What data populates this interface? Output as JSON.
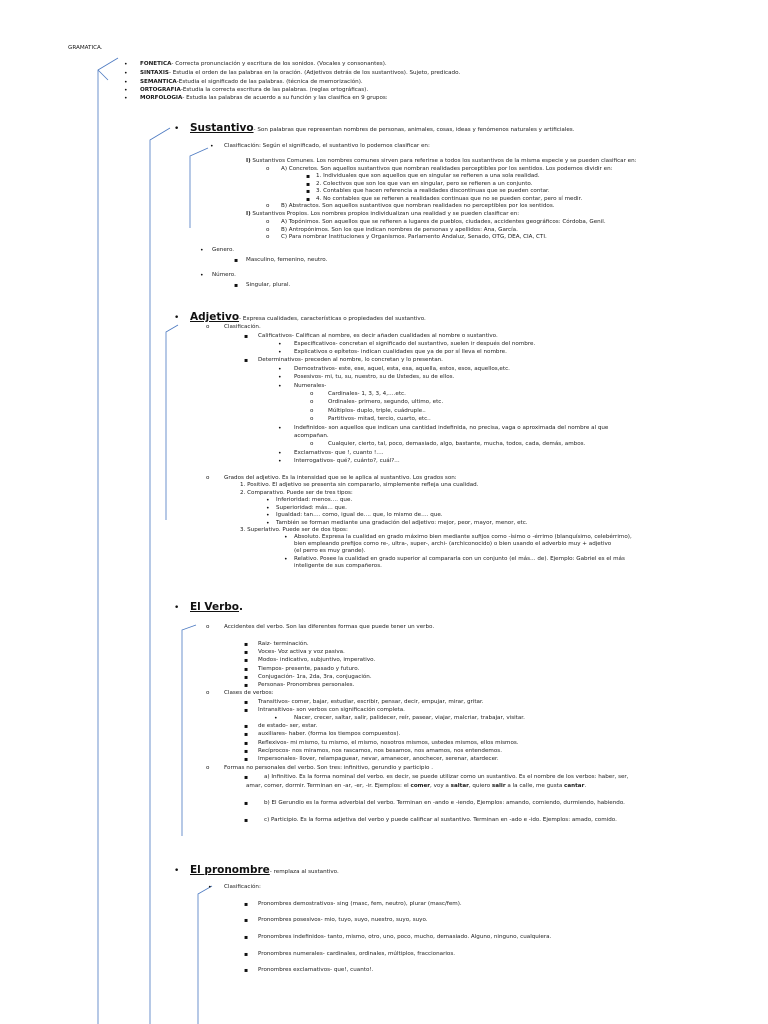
{
  "title": "GRAMATICA.",
  "intro": [
    {
      "term": "FONETICA",
      "text": "- Correcta pronunciación y escritura de los sonidos. (Vocales y consonantes)."
    },
    {
      "term": "SINTAXIS",
      "text": "-  Estudia el orden de las palabras en la oración. (Adjetivos detrás de los sustantivos). Sujeto, predicado."
    },
    {
      "term": "SEMANTICA",
      "text": "-Estudia el significado de las palabras. (técnica de memorización)."
    },
    {
      "term": "ORTOGRAFIA",
      "text": "-Estudia la correcta escritura de las palabras. (reglas ortográficas)."
    },
    {
      "term": "MORFOLOGIA",
      "text": "-           Estudia las palabras de acuerdo a su función y las clasifica en 9 grupos:"
    }
  ],
  "sustantivo": {
    "title": "Sustantivo",
    "desc": "- Son palabras que representan nombres de personas, animales, cosas, ideas y fenómenos naturales y artificiales.",
    "clasif": "Clasificación: Según el significado, el sustantivo lo podemos clasificar en:",
    "comunes_num": "I)",
    "comunes": " Sustantivos Comunes. Los nombres comunes sirven para referirse a todos los sustantivos de la misma especie y se pueden clasificar en:",
    "concretos": "A) Concretos. Son aquellos sustantivos que nombran realidades perceptibles por los sentidos. Los podemos dividir en:",
    "concretos_items": [
      "1. Individuales que son aquellos que en singular se refieren a una sola realidad.",
      "2. Colectivos que son los que van en singular, pero se refieren a un conjunto.",
      "3. Contables que hacen referencia a realidades discontinuas que se pueden contar.",
      "4. No contables que se refieren a realidades continuas que no se pueden contar, pero sí medir."
    ],
    "abstractos": "B) Abstractos. Son aquellos sustantivos que nombran realidades no perceptibles por los sentidos.",
    "propios_num": "I)",
    "propios": " Sustantivos Propios. Los nombres propios individualizan una realidad y se pueden clasificar en:",
    "propios_items": [
      "A) Topónimos. Son aquellos que se refieren a lugares de pueblos, ciudades, accidentes geográficos: Córdoba, Genil.",
      "B) Antropónimos. Son los que indican nombres de personas y apellidos: Ana, García.",
      "C) Para nombrar Instituciones y Organismos. Parlamento Andaluz, Senado, OTG, DEA, CIA, CTI."
    ],
    "genero": "Genero.",
    "genero_val": "Masculino, femenino, neutro.",
    "numero": "Número.",
    "numero_val": "Singular, plural."
  },
  "adjetivo": {
    "title": "Adjetivo",
    "desc": "- Expresa cualidades, características o propiedades del sustantivo.",
    "clasif": "Clasificación.",
    "calificativos": "Calificativos- Califican al nombre, es decir añaden cualidades al nombre o sustantivo.",
    "especificativos": "Especificativos- concretan el significado del sustantivo, suelen ir después del nombre.",
    "explicativos": "Explicativos o epítetos- indican cualidades que ya de por sí lleva el nombre.",
    "determinativos": "Determinativos-  preceden al nombre, lo concretan y lo presentan.",
    "demostrativos": "Demostrativos-  este, ese, aquel, esta, esa, aquella, estos, esos, aquellos,etc.",
    "posesivos": "Posesivos- mi, tu, su, nuestro, su de Ustedes, su de ellos.",
    "numerales": "Numerales-",
    "cardinales": "Cardinales- 1, 3, 3, 4,….etc.",
    "ordinales": "Ordinales- primero, segundo, ultimo, etc.",
    "multiplos": "Múltiplos- duplo, triple, cuádruple..",
    "partitivos": "Partitivos- mitad, tercio, cuarto, etc..",
    "indefinidos1": "Indefinidos- son aquellos que indican una cantidad indefinida, no precisa, vaga o aproximada del nombre al que",
    "indefinidos2": "acompañan.",
    "indefinidos_ej": "Cualquier, cierto, tal, poco, demasiado, algo, bastante, mucha, todos, cada, demás, ambos.",
    "exclamativos": "Exclamativos-  que !, cuanto !….",
    "interrogativos": "Interrogativos- qué?,  cuánto?,  cuál?…",
    "grados": "Grados del adjetivo.  Es la intensidad que se le aplica al sustantivo. Los grados son:",
    "positivo": "1. Positivo. El adjetivo se presenta sin compararlo, simplemente refleja una cualidad.",
    "comparativo": "2. Comparativo. Puede ser de tres tipos:",
    "inferioridad": "Inferioridad: menos…. que.",
    "superioridad": "Superioridad: más… que.",
    "igualdad": "Igualdad: tan…. como, igual de…. que, lo mismo de…. que.",
    "tambien": "También se forman mediante una gradación del adjetivo: mejor, peor, mayor, menor, etc.",
    "superlativo": "3. Superlativo. Puede ser de dos tipos:",
    "absoluto1": "Absoluto. Expresa la cualidad en grado máximo bien mediante sufijos como -ísimo o -érrimo (blanquísimo, celebérrimo),",
    "absoluto2": "bien empleando prefijos como re-, ultra-, super-, archi- (archiconocido) o bien usando el adverbio muy + adjetivo",
    "absoluto3": "(el perro es muy grande).",
    "relativo1": "Relativo. Posee la cualidad en grado superior al compararla con un conjunto (el más… de). Ejemplo: Gabriel es el más",
    "relativo2": "inteligente de sus compañeros."
  },
  "verbo": {
    "title": "El Verbo",
    "accidentes": "Accidentes del verbo.  Son las diferentes formas que puede tener un verbo.",
    "accidentes_items": [
      "Raiz- terminación.",
      "Voces-  Voz activa y voz pasiva.",
      "Modos- indicativo, subjuntivo, imperativo.",
      "Tiempos- presente, pasado y futuro.",
      "Conjugación- 1ra, 2da, 3ra, conjugación.",
      "Personas- Pronombres personales."
    ],
    "clases": "Clases de verbos:",
    "transitivos": "Transitivos- comer, bajar, estudiar, escribir, pensar, decir, empujar, mirar, gritar.",
    "intransitivos": "Intransitivos- son verbos con significación completa.",
    "intransitivos_ej": "Nacer, crecer, saltar, salir, palidecer, reír, pasear, viajar, malcriar, trabajar, visitar.",
    "de_estado": "de estado- ser, estar.",
    "auxiliares": "auxiliares- haber.  (forma los tiempos compuestos).",
    "reflexivos": "Reflexivos- mi mismo, tu mismo, el mismo, nosotros mismos, ustedes mismos, ellos mismos.",
    "reciprocos": "Recíprocos- nos miramos, nos rascamos, nos besamos, nos amamos, nos entendemos.",
    "impersonales": "Impersonales- llover, relampaguear, nevar, amanecer, anochecer,  serenar, atardecer.",
    "formas": "Formas no personales del verbo.  Son tres: infinitivo, gerundio y participio .",
    "infinitivo1": "a) Infinitivo. Es la forma nominal del verbo. es decir, se puede utilizar como un sustantivo. Es el nombre de los verbos: haber, ser,",
    "infinitivo2a": "amar, comer, dormir. Terminan en -ar, -er, -ir. Ejemplos: el ",
    "infinitivo2b": "comer",
    "infinitivo2c": ", voy a ",
    "infinitivo2d": "saltar",
    "infinitivo2e": ", quiero ",
    "infinitivo2f": "salir",
    "infinitivo2g": " a la calle, me gusta ",
    "infinitivo2h": "cantar",
    "infinitivo2i": ".",
    "gerundio": "b) El Gerundio es la forma adverbial del verbo. Terminan en -ando e -iendo, Ejemplos: amando, comiendo, durmiendo, habiendo.",
    "participio": "c) Participio. Es la forma adjetiva del verbo y puede calificar al sustantivo. Terminan en -ado e -ido. Ejemplos: amado, comido."
  },
  "pronombre": {
    "title": "El pronombre",
    "desc": "- remplaza al sustantivo.",
    "clasif": "Clasificación:",
    "items": [
      "Pronombres demostrativos- sing (masc, fem, neutro), plurar (masc/fem).",
      "Pronombres posesivos- mio, tuyo, suyo, nuestro, suyo, suyo.",
      "Pronombres indefinidos- tanto, mismo, otro, uno, poco, mucho, demasiado. Alguno, ninguno, cualquiera.",
      "Pronombres numerales- cardinales, ordinales, múltiplos, fraccionarios.",
      "Pronombres exclamativos- que!, cuanto!."
    ]
  }
}
